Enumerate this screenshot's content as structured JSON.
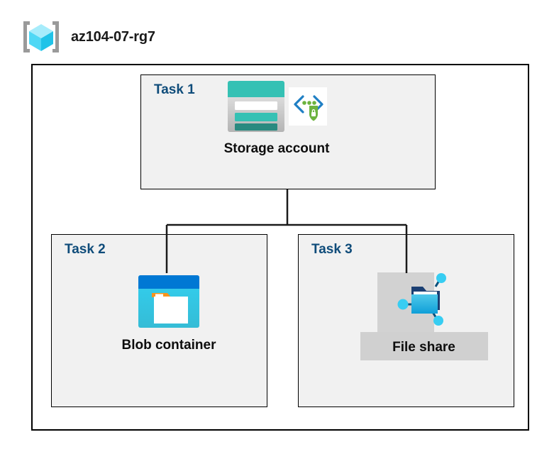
{
  "header": {
    "icon": "resource-group-cube-icon",
    "title": "az104-07-rg7"
  },
  "container": {
    "name": "resource-group-container"
  },
  "tasks": [
    {
      "id": "task1",
      "label": "Task 1",
      "node": {
        "caption": "Storage account",
        "primary_icon": "storage-account-icon",
        "badge_icon": "secure-endpoint-shield-icon",
        "highlighted": false
      }
    },
    {
      "id": "task2",
      "label": "Task 2",
      "node": {
        "caption": "Blob container",
        "primary_icon": "blob-container-icon",
        "badge_icon": null,
        "highlighted": false
      }
    },
    {
      "id": "task3",
      "label": "Task 3",
      "node": {
        "caption": "File share",
        "primary_icon": "file-share-icon",
        "badge_icon": null,
        "highlighted": true
      }
    }
  ],
  "connections": [
    {
      "from": "task1",
      "to": "task2"
    },
    {
      "from": "task1",
      "to": "task3"
    }
  ],
  "colors": {
    "task_label": "#0f4c7a",
    "caption": "#0d0d0d",
    "box_fill": "#f1f1f1",
    "box_border": "#000000",
    "page_background": "#ffffff",
    "highlight": "#d0d0d0",
    "storage_teal": "#35c1b4",
    "storage_teal_dark": "#2a8a80",
    "blob_blue": "#0078d4",
    "blob_cyan": "#32d0f0",
    "blob_orange": "#f7941e",
    "shield_green": "#6cb33f",
    "chevron_blue": "#1f7fc4",
    "cube_cyan": "#45d8f5",
    "bracket_gray": "#9a9a9a"
  }
}
